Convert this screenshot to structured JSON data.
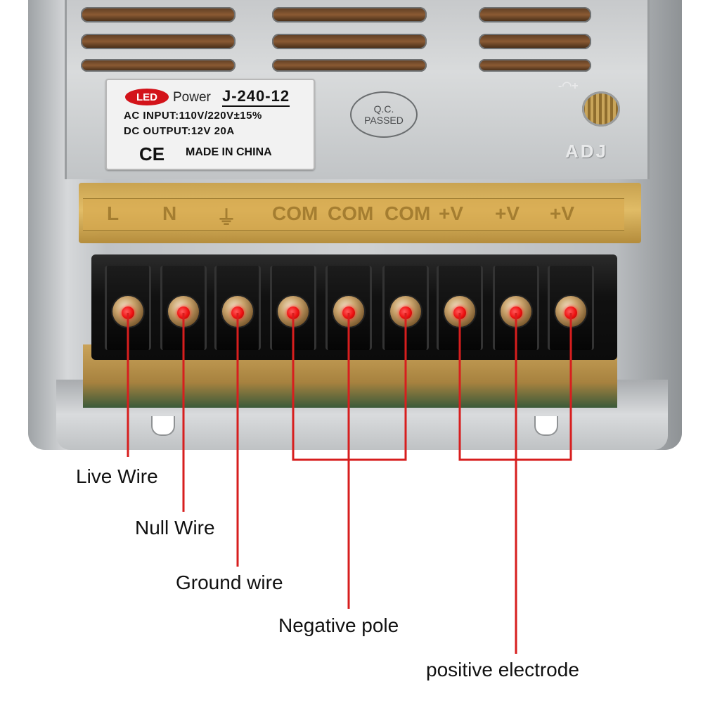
{
  "label": {
    "led_badge": "LED",
    "power_word": "Power",
    "model": "J-240-12",
    "ac_input": "AC INPUT:110V/220V±15%",
    "dc_output": "DC OUTPUT:12V  20A",
    "ce_mark": "CE",
    "made_in": "MADE IN CHINA"
  },
  "qc_stamp": {
    "line1": "Q.C.",
    "line2": "PASSED"
  },
  "adjust": {
    "text": "ADJ",
    "arrows": "-◠+"
  },
  "terminal_cover_labels": [
    "L",
    "N",
    "⏚",
    "COM",
    "COM",
    "COM",
    "+V",
    "+V",
    "+V"
  ],
  "callouts": {
    "live": "Live Wire",
    "null": "Null Wire",
    "ground": "Ground wire",
    "negative": "Negative pole",
    "positive": "positive electrode"
  },
  "colors": {
    "callout_line": "#d71e1e",
    "marker": "#ee1111"
  }
}
